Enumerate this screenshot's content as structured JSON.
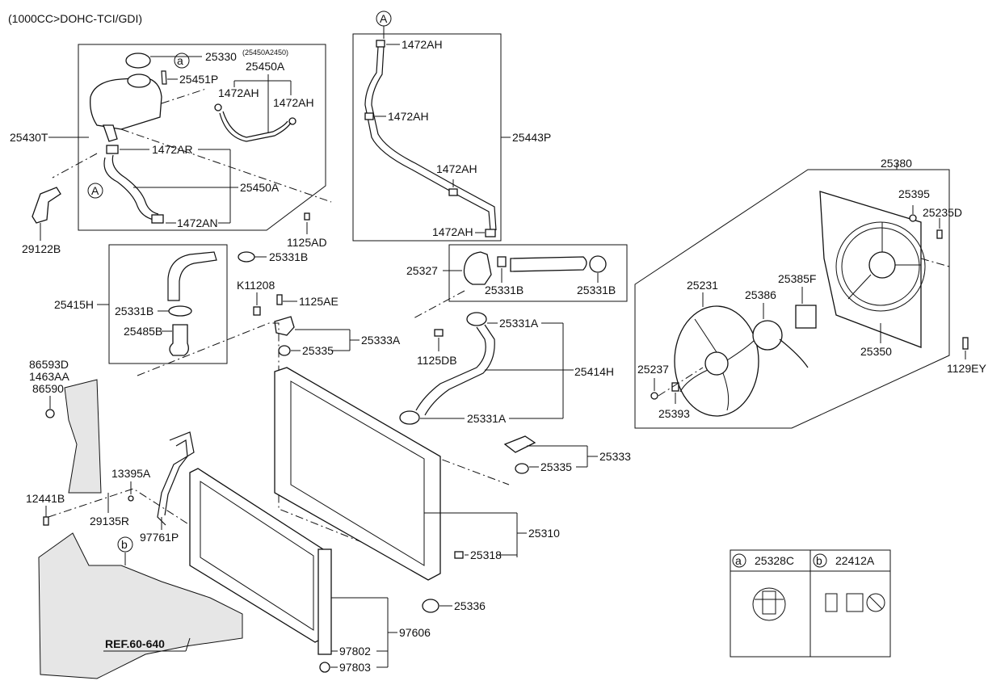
{
  "header": {
    "engine": "(1000CC>DOHC-TCI/GDI)"
  },
  "reservoir_box": {
    "cap": "25330",
    "sub": "(25450A2450)",
    "hose_assy": "25450A",
    "hose_small": "25451P",
    "clamp1": "1472AH",
    "clamp2": "1472AH",
    "tank": "25430T",
    "clamp_ar": "1472AR",
    "hose_assy2": "25450A",
    "clamp_an": "1472AN",
    "marker_a": "A",
    "marker_a_circle": "a"
  },
  "bracket": {
    "part": "29122B"
  },
  "bolt_1125ad": "1125AD",
  "pipe_box": {
    "marker": "A",
    "clamp_top": "1472AH",
    "clamp_mid": "1472AH",
    "clamp_low": "1472AH",
    "clamp_bottom": "1472AH",
    "pipe": "25443P"
  },
  "hose_box_left": {
    "hose": "25415H",
    "clamp": "25331B",
    "fitting": "25485B",
    "clamp_out": "25331B"
  },
  "k_bolt": "K11208",
  "bolt_1125ae": "1125AE",
  "bracket_25333a": "25333A",
  "ins_25335a": "25335",
  "upper_box": {
    "thermo": "25327",
    "clamp_a": "25331B",
    "clamp_b": "25331B"
  },
  "lower_hose": {
    "clamp_top": "25331A",
    "hose": "25414H",
    "clamp_bottom": "25331A",
    "bolt": "1125DB"
  },
  "fan_box": {
    "assy": "25380",
    "nut": "25395",
    "bolt": "25235D",
    "fan": "25231",
    "motor": "25386",
    "resistor": "25385F",
    "clip": "25237",
    "shroud": "25350",
    "washer": "25393",
    "screw": "1129EY"
  },
  "left_parts": {
    "p1": "86593D",
    "p2": "1463AA",
    "p3": "86590",
    "p4": "13395A",
    "p5": "12441B",
    "p6": "29135R",
    "p7": "97761P",
    "marker_b": "b",
    "ref": "REF.60-640"
  },
  "radiator": {
    "bracket": "25333",
    "insulator": "25335",
    "radiator": "25310",
    "plug": "25318",
    "mount": "25336"
  },
  "condenser": {
    "assy": "97606",
    "dryer": "97802",
    "cap": "97803"
  },
  "legend": {
    "a_letter": "a",
    "a_part": "25328C",
    "b_letter": "b",
    "b_part": "22412A"
  }
}
